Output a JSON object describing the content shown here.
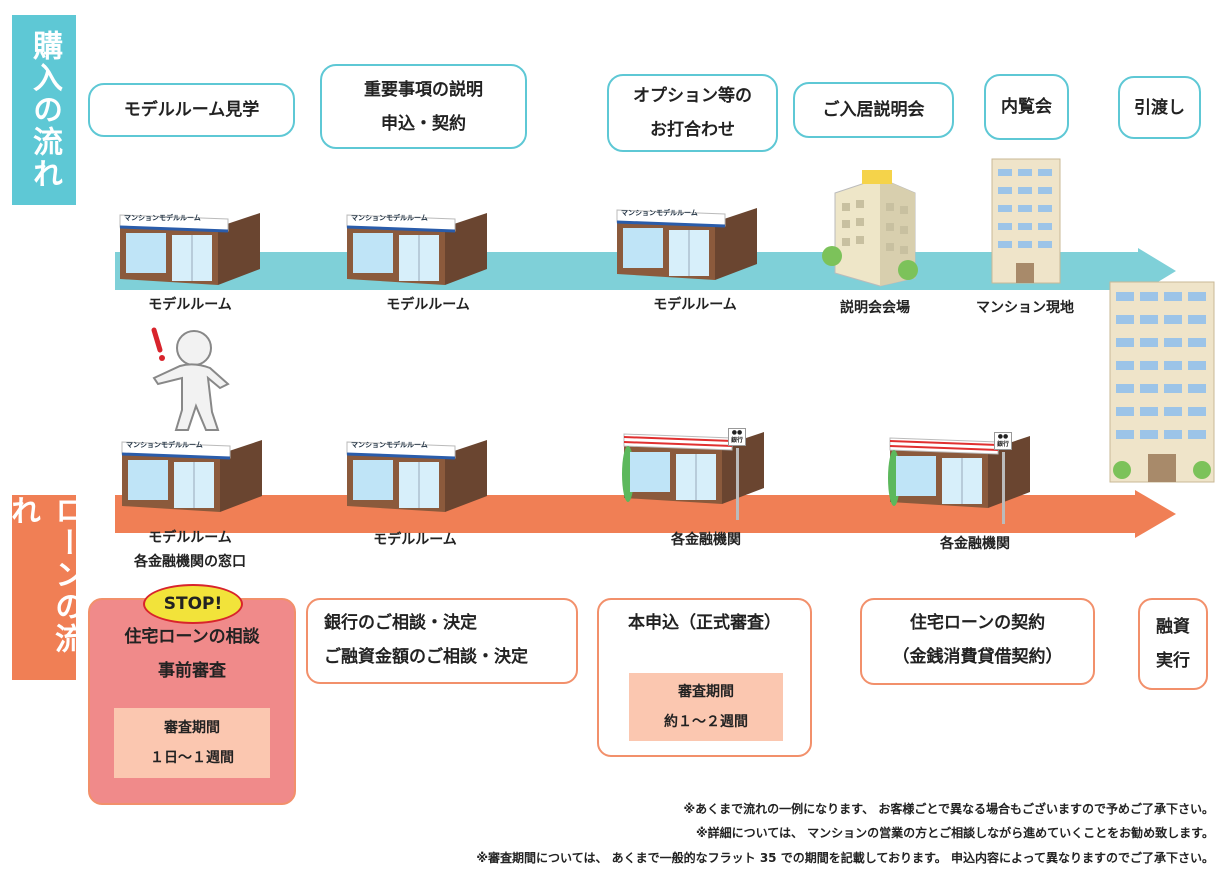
{
  "purchase_flow": {
    "title": "購入の流れ",
    "steps": [
      {
        "lines": [
          "モデルルーム見学"
        ]
      },
      {
        "lines": [
          "重要事項の説明",
          "申込・契約"
        ]
      },
      {
        "lines": [
          "オプション等の",
          "お打合わせ"
        ]
      },
      {
        "lines": [
          "ご入居説明会"
        ]
      },
      {
        "lines": [
          "内覧会"
        ]
      },
      {
        "lines": [
          "引渡し"
        ]
      }
    ],
    "places": [
      "モデルルーム",
      "モデルルーム",
      "モデルルーム",
      "説明会会場",
      "マンション現地"
    ]
  },
  "loan_flow": {
    "title": "ローンの流れ",
    "places": [
      [
        "モデルルーム",
        "各金融機関の窓口"
      ],
      [
        "モデルルーム"
      ],
      [
        "各金融機関"
      ],
      [
        "各金融機関"
      ]
    ],
    "stop_badge": "STOP!",
    "steps": [
      {
        "lines": [
          "住宅ローンの相談",
          "事前審査"
        ],
        "period_label": "審査期間",
        "period": "１日～１週間"
      },
      {
        "lines": [
          "銀行のご相談・決定",
          "ご融資金額のご相談・決定"
        ]
      },
      {
        "lines": [
          "本申込（正式審査）"
        ],
        "period_label": "審査期間",
        "period": "約１～２週間"
      },
      {
        "lines": [
          "住宅ローンの契約",
          "（金銭消費貸借契約）"
        ]
      },
      {
        "lines": [
          "融資",
          "実行"
        ]
      }
    ]
  },
  "signs": {
    "model_room": "マンションモデルルーム",
    "bank_dots": "●●",
    "bank": "銀行"
  },
  "notes": [
    "※あくまで流れの一例になります、 お客様ごとで異なる場合もございますので予めご了承下さい。",
    "※詳細については、 マンションの営業の方とご相談しながら進めていくことをお勧め致します。",
    "※審査期間については、 あくまで一般的なフラット 35 での期間を記載しております。 申込内容によって異なりますのでご了承下さい。"
  ],
  "colors": {
    "teal": "#5ec8d5",
    "orange": "#f07f55",
    "pink": "#f08a8a",
    "peach": "#fbc7b0",
    "stop_yellow": "#f2e33a"
  }
}
